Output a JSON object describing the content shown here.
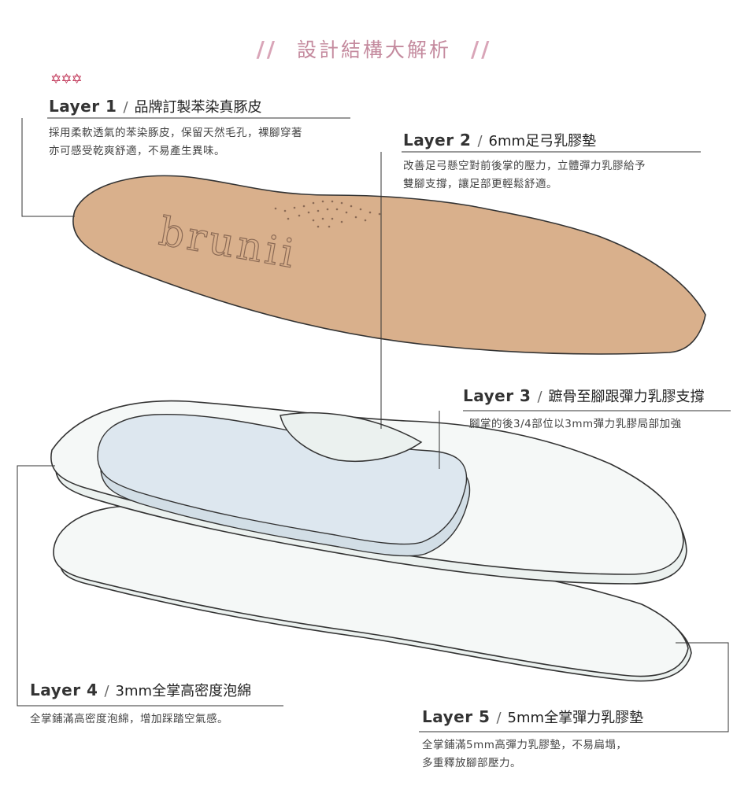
{
  "heading": "設計結構大解析",
  "heading_decoration": "//",
  "stars": "✡✡✡",
  "brand_mark": "brunii",
  "layers": [
    {
      "name": "Layer 1",
      "sep": "/",
      "title": "品牌訂製苯染真豚皮",
      "desc": [
        "採用柔軟透氣的苯染豚皮，保留天然毛孔，裸腳穿著",
        "亦可感受乾爽舒適，不易產生異味。"
      ]
    },
    {
      "name": "Layer 2",
      "sep": "/",
      "title": "6mm足弓乳膠墊",
      "desc": [
        "改善足弓懸空對前後掌的壓力，立體彈力乳膠給予",
        "雙腳支撐，讓足部更輕鬆舒適。"
      ]
    },
    {
      "name": "Layer 3",
      "sep": "/",
      "title": "蹠骨至腳跟彈力乳膠支撐",
      "desc": [
        "腳掌的後3/4部位以3mm彈力乳膠局部加強"
      ]
    },
    {
      "name": "Layer 4",
      "sep": "/",
      "title": "3mm全掌高密度泡綿",
      "desc": [
        "全掌鋪滿高密度泡綿，增加踩踏空氣感。"
      ]
    },
    {
      "name": "Layer 5",
      "sep": "/",
      "title": "5mm全掌彈力乳膠墊",
      "desc": [
        "全掌鋪滿5mm高彈力乳膠墊，不易扁塌，",
        "多重釋放腳部壓力。"
      ]
    }
  ],
  "colors": {
    "leather": "#d9b08c",
    "foam": "#eaf1ef",
    "support": "#dce6ee",
    "heading": "#c48a9e",
    "stars": "#c23a5b"
  }
}
